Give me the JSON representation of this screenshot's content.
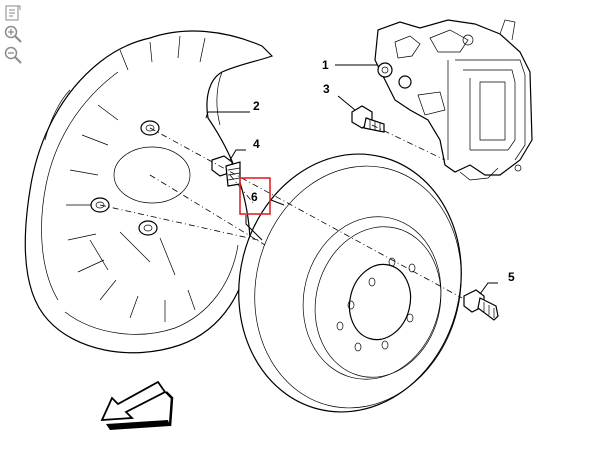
{
  "toolbar": {
    "tools": [
      {
        "name": "fit-view-tool"
      },
      {
        "name": "zoom-in-tool"
      },
      {
        "name": "zoom-out-tool"
      }
    ]
  },
  "callouts": [
    {
      "id": "1",
      "label": "1",
      "part": "brake-caliper"
    },
    {
      "id": "2",
      "label": "2",
      "part": "dust-shield"
    },
    {
      "id": "3",
      "label": "3",
      "part": "caliper-bolt"
    },
    {
      "id": "4",
      "label": "4",
      "part": "shield-bolt"
    },
    {
      "id": "5",
      "label": "5",
      "part": "disc-screw"
    },
    {
      "id": "6",
      "label": "6",
      "part": "brake-disc",
      "highlighted": true
    }
  ],
  "colors": {
    "highlight": "#e0262b",
    "line": "#000000",
    "background": "#ffffff",
    "tool_icon": "#8a8a8a"
  }
}
